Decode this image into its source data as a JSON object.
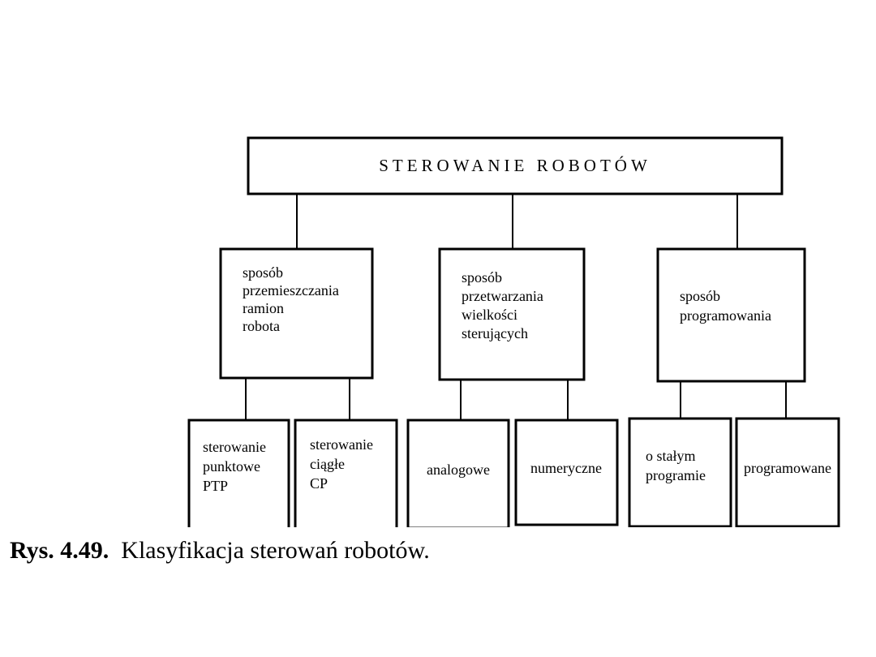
{
  "title": "STEROWANIE ROBOTÓW",
  "categories": [
    {
      "lines": [
        "sposób",
        "przemieszczania",
        "ramion",
        "robota"
      ],
      "children": [
        {
          "lines": [
            "sterowanie",
            "punktowe",
            "PTP"
          ]
        },
        {
          "lines": [
            "sterowanie",
            "ciągłe",
            "CP"
          ]
        }
      ]
    },
    {
      "lines": [
        "sposób",
        "przetwarzania",
        "wielkości",
        "sterujących"
      ],
      "children": [
        {
          "lines": [
            "analogowe"
          ]
        },
        {
          "lines": [
            "numeryczne"
          ]
        }
      ]
    },
    {
      "lines": [
        "sposób",
        "programowania"
      ],
      "children": [
        {
          "lines": [
            "o stałym",
            "programie"
          ]
        },
        {
          "lines": [
            "programowane"
          ]
        }
      ]
    }
  ],
  "caption": {
    "label": "Rys. 4.49.",
    "text": "Klasyfikacja sterowań robotów."
  }
}
